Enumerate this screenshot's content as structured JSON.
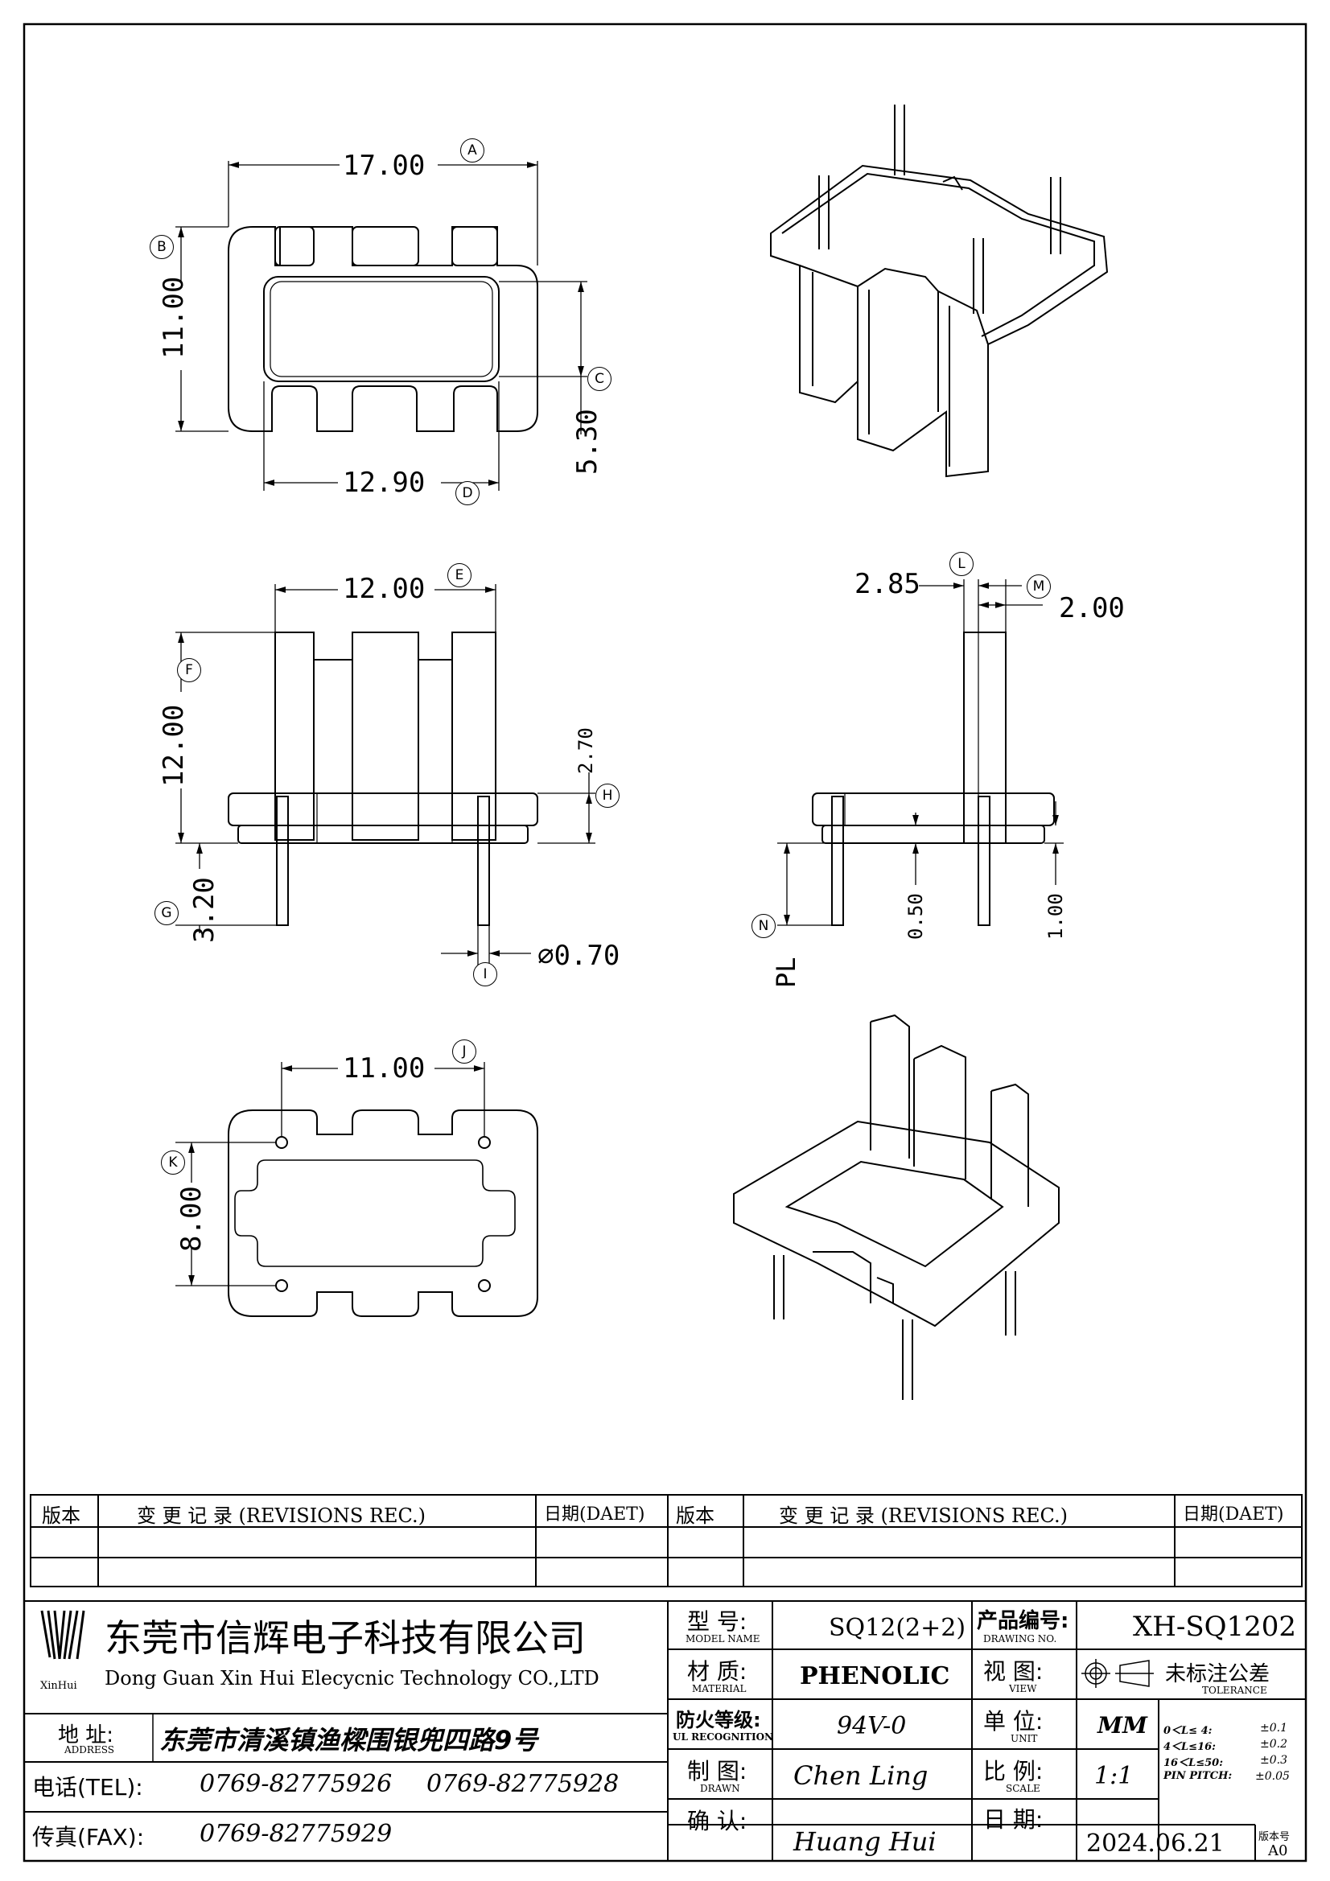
{
  "views": {
    "top": {
      "dim_a": "17.00",
      "bubble_a": "A",
      "dim_b": "11.00",
      "bubble_b": "B",
      "dim_c": "5.30",
      "bubble_c": "C",
      "dim_d": "12.90",
      "bubble_d": "D"
    },
    "front": {
      "dim_e": "12.00",
      "bubble_e": "E",
      "dim_f": "12.00",
      "bubble_f": "F",
      "dim_g": "3.20",
      "bubble_g": "G",
      "dim_h": "2.70",
      "bubble_h": "H",
      "dim_i": "⌀0.70",
      "bubble_i": "I"
    },
    "side": {
      "dim_l": "2.85",
      "bubble_l": "L",
      "dim_m": "2.00",
      "bubble_m": "M",
      "dim_n": "PL",
      "bubble_n": "N",
      "dim_050": "0.50",
      "dim_100": "1.00"
    },
    "bottom": {
      "dim_j": "11.00",
      "bubble_j": "J",
      "dim_k": "8.00",
      "bubble_k": "K"
    }
  },
  "revisions": {
    "col_version": "版本",
    "col_changes": "变 更 记 录  (REVISIONS REC.)",
    "col_date": "日期(DAET)",
    "col_version2": "版本",
    "col_changes2": "变 更 记 录  (REVISIONS REC.)",
    "col_date2": "日期(DAET)"
  },
  "title_block": {
    "company_cn": "东莞市信辉电子科技有限公司",
    "company_en": "Dong Guan Xin Hui Elecycnic Technology CO.,LTD",
    "logo_text": "XinHui",
    "address_label": "地  址:",
    "address_label_en": "ADDRESS",
    "address": "东莞市清溪镇渔樑围银兜四路9号",
    "tel_label": "电话(TEL):",
    "tel1": "0769-82775926",
    "tel2": "0769-82775928",
    "fax_label": "传真(FAX):",
    "fax": "0769-82775929",
    "model_label": "型  号:",
    "model_label_en": "MODEL NAME",
    "model": "SQ12(2+2)",
    "material_label": "材  质:",
    "material_label_en": "MATERIAL",
    "material": "PHENOLIC",
    "ul_label": "防火等级:",
    "ul_label_en": "UL RECOGNITION",
    "ul": "94V-0",
    "drawn_label": "制  图:",
    "drawn_label_en": "DRAWN",
    "drawn": "Chen Ling",
    "check_label": "确  认:",
    "check": "Huang Hui",
    "drawing_no_label": "产品编号:",
    "drawing_no_label_en": "DRAWING NO.",
    "drawing_no": "XH-SQ1202",
    "view_label": "视  图:",
    "view_label_en": "VIEW",
    "unit_label": "单  位:",
    "unit_label_en": "UNIT",
    "unit": "MM",
    "scale_label": "比  例:",
    "scale_label_en": "SCALE",
    "scale": "1:1",
    "date_label": "日  期:",
    "date": "2024.06.21",
    "version_label": "版本号",
    "version": "A0",
    "tolerance_label": "未标注公差",
    "tolerance_label_en": "TOLERANCE",
    "tol1_range": "0＜L≤ 4:",
    "tol1_val": "±0.1",
    "tol2_range": "4＜L≤16:",
    "tol2_val": "±0.2",
    "tol3_range": "16＜L≤50:",
    "tol3_val": "±0.3",
    "tol4_range": "PIN PITCH:",
    "tol4_val": "±0.05"
  }
}
